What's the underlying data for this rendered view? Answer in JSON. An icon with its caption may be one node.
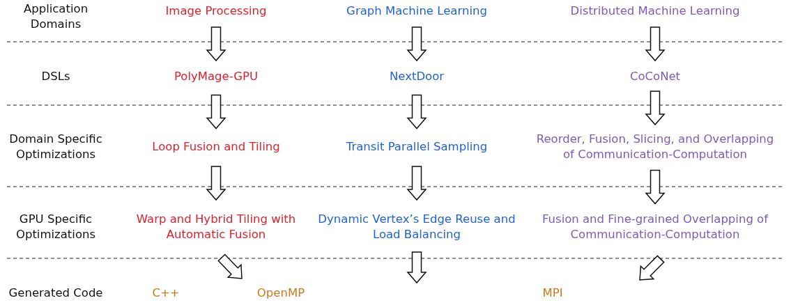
{
  "diagram": {
    "nodes": [
      {
        "text": [
          "Image Processing"
        ]
      },
      {
        "text": [
          "Graph Machine Learning"
        ]
      },
      {
        "text": [
          "Distributed Machine Learning"
        ]
      },
      {
        "text": [
          "PolyMage-GPU"
        ]
      },
      {
        "text": [
          "NextDoor"
        ]
      },
      {
        "text": [
          "CoCoNet"
        ]
      },
      {
        "text": [
          "Loop Fusion and Tiling"
        ]
      },
      {
        "text": [
          "Transit Parallel Sampling"
        ]
      },
      {
        "text": [
          "Reorder, Fusion, Slicing, and Overlapping of Communication-Computation"
        ]
      },
      {
        "text": [
          "Warp and Hybrid Tiling with Automatic Fusion"
        ]
      },
      {
        "text": [
          "Dynamic Vertex’s Edge Reuse and Load Balancing"
        ]
      },
      {
        "text": [
          "Fusion and Fine-grained Overlapping of Communication-Computation"
        ]
      }
    ],
    "edges": [
      {
        "from": 0,
        "to": 3,
        "arrow": "to"
      },
      {
        "from": 1,
        "to": 4,
        "arrow": "to"
      },
      {
        "from": 2,
        "to": 5,
        "arrow": "to"
      },
      {
        "from": 3,
        "to": 6,
        "arrow": "to"
      },
      {
        "from": 4,
        "to": 7,
        "arrow": "to"
      },
      {
        "from": 5,
        "to": 8,
        "arrow": "to"
      },
      {
        "from": 6,
        "to": 9,
        "arrow": "to"
      },
      {
        "from": 7,
        "to": 10,
        "arrow": "to"
      },
      {
        "from": 8,
        "to": 11,
        "arrow": "to"
      },
      {
        "from": 9,
        "to": null,
        "arrow": "to"
      },
      {
        "from": 10,
        "to": null,
        "arrow": "to"
      },
      {
        "from": 11,
        "to": null,
        "arrow": "to"
      }
    ],
    "labels": [
      "Application Domains",
      "DSLs",
      "Domain Specific Optimizations",
      "GPU Specific Optimizations",
      "Generated Code",
      "C++",
      "OpenMP",
      "MPI"
    ]
  }
}
